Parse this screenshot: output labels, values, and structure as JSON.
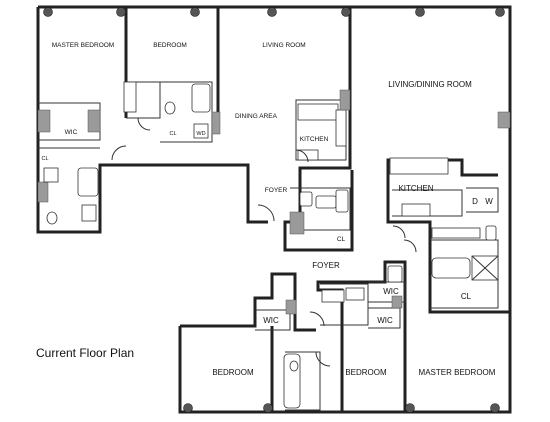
{
  "caption": "Current Floor Plan",
  "rooms": {
    "master_bedroom_left": "MASTER BEDROOM",
    "bedroom_top": "BEDROOM",
    "living_room": "LIVING ROOM",
    "dining_area": "DINING AREA",
    "kitchen_left": "KITCHEN",
    "foyer_left": "FOYER",
    "living_dining_room": "LIVING/DINING ROOM",
    "kitchen_right": "KITCHEN",
    "foyer_center": "FOYER",
    "bedroom_bottom_left": "BEDROOM",
    "bedroom_bottom_mid": "BEDROOM",
    "master_bedroom_right": "MASTER BEDROOM"
  },
  "closets": {
    "wic_top_left": "WIC",
    "cl_top_left": "CL",
    "cl_bath": "CL",
    "wd": "WD",
    "cl_foyer": "CL",
    "d": "D",
    "w": "W",
    "cl_right": "CL",
    "wic_mid_right": "WIC",
    "wic_mid": "WIC",
    "wic_bottom_left": "WIC"
  }
}
